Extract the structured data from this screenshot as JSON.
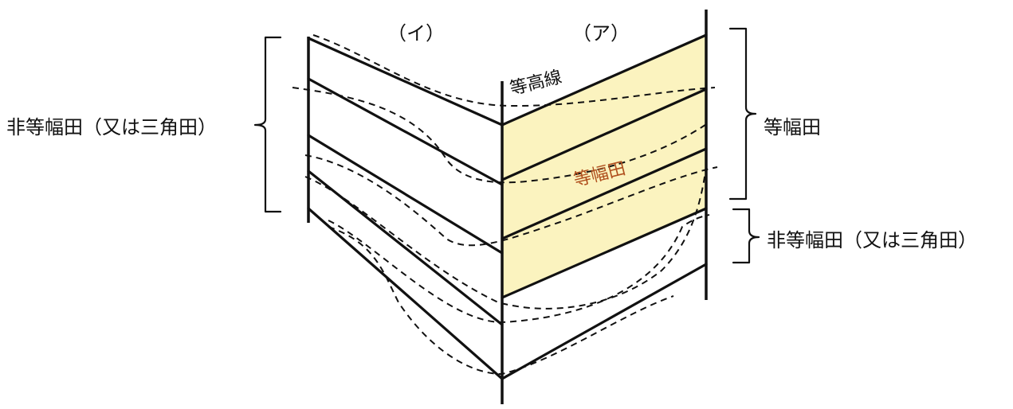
{
  "labels": {
    "column_left": "（イ）",
    "column_right": "（ア）",
    "contour": "等高線",
    "equal_width_inner": "等幅田",
    "right_top": "等幅田",
    "right_bottom": "非等幅田（又は三角田）",
    "left": "非等幅田（又は三角田）"
  },
  "colors": {
    "equal_width_fill": "#fbf3bf",
    "line": "#111111",
    "inner_label": "#b0501e"
  }
}
